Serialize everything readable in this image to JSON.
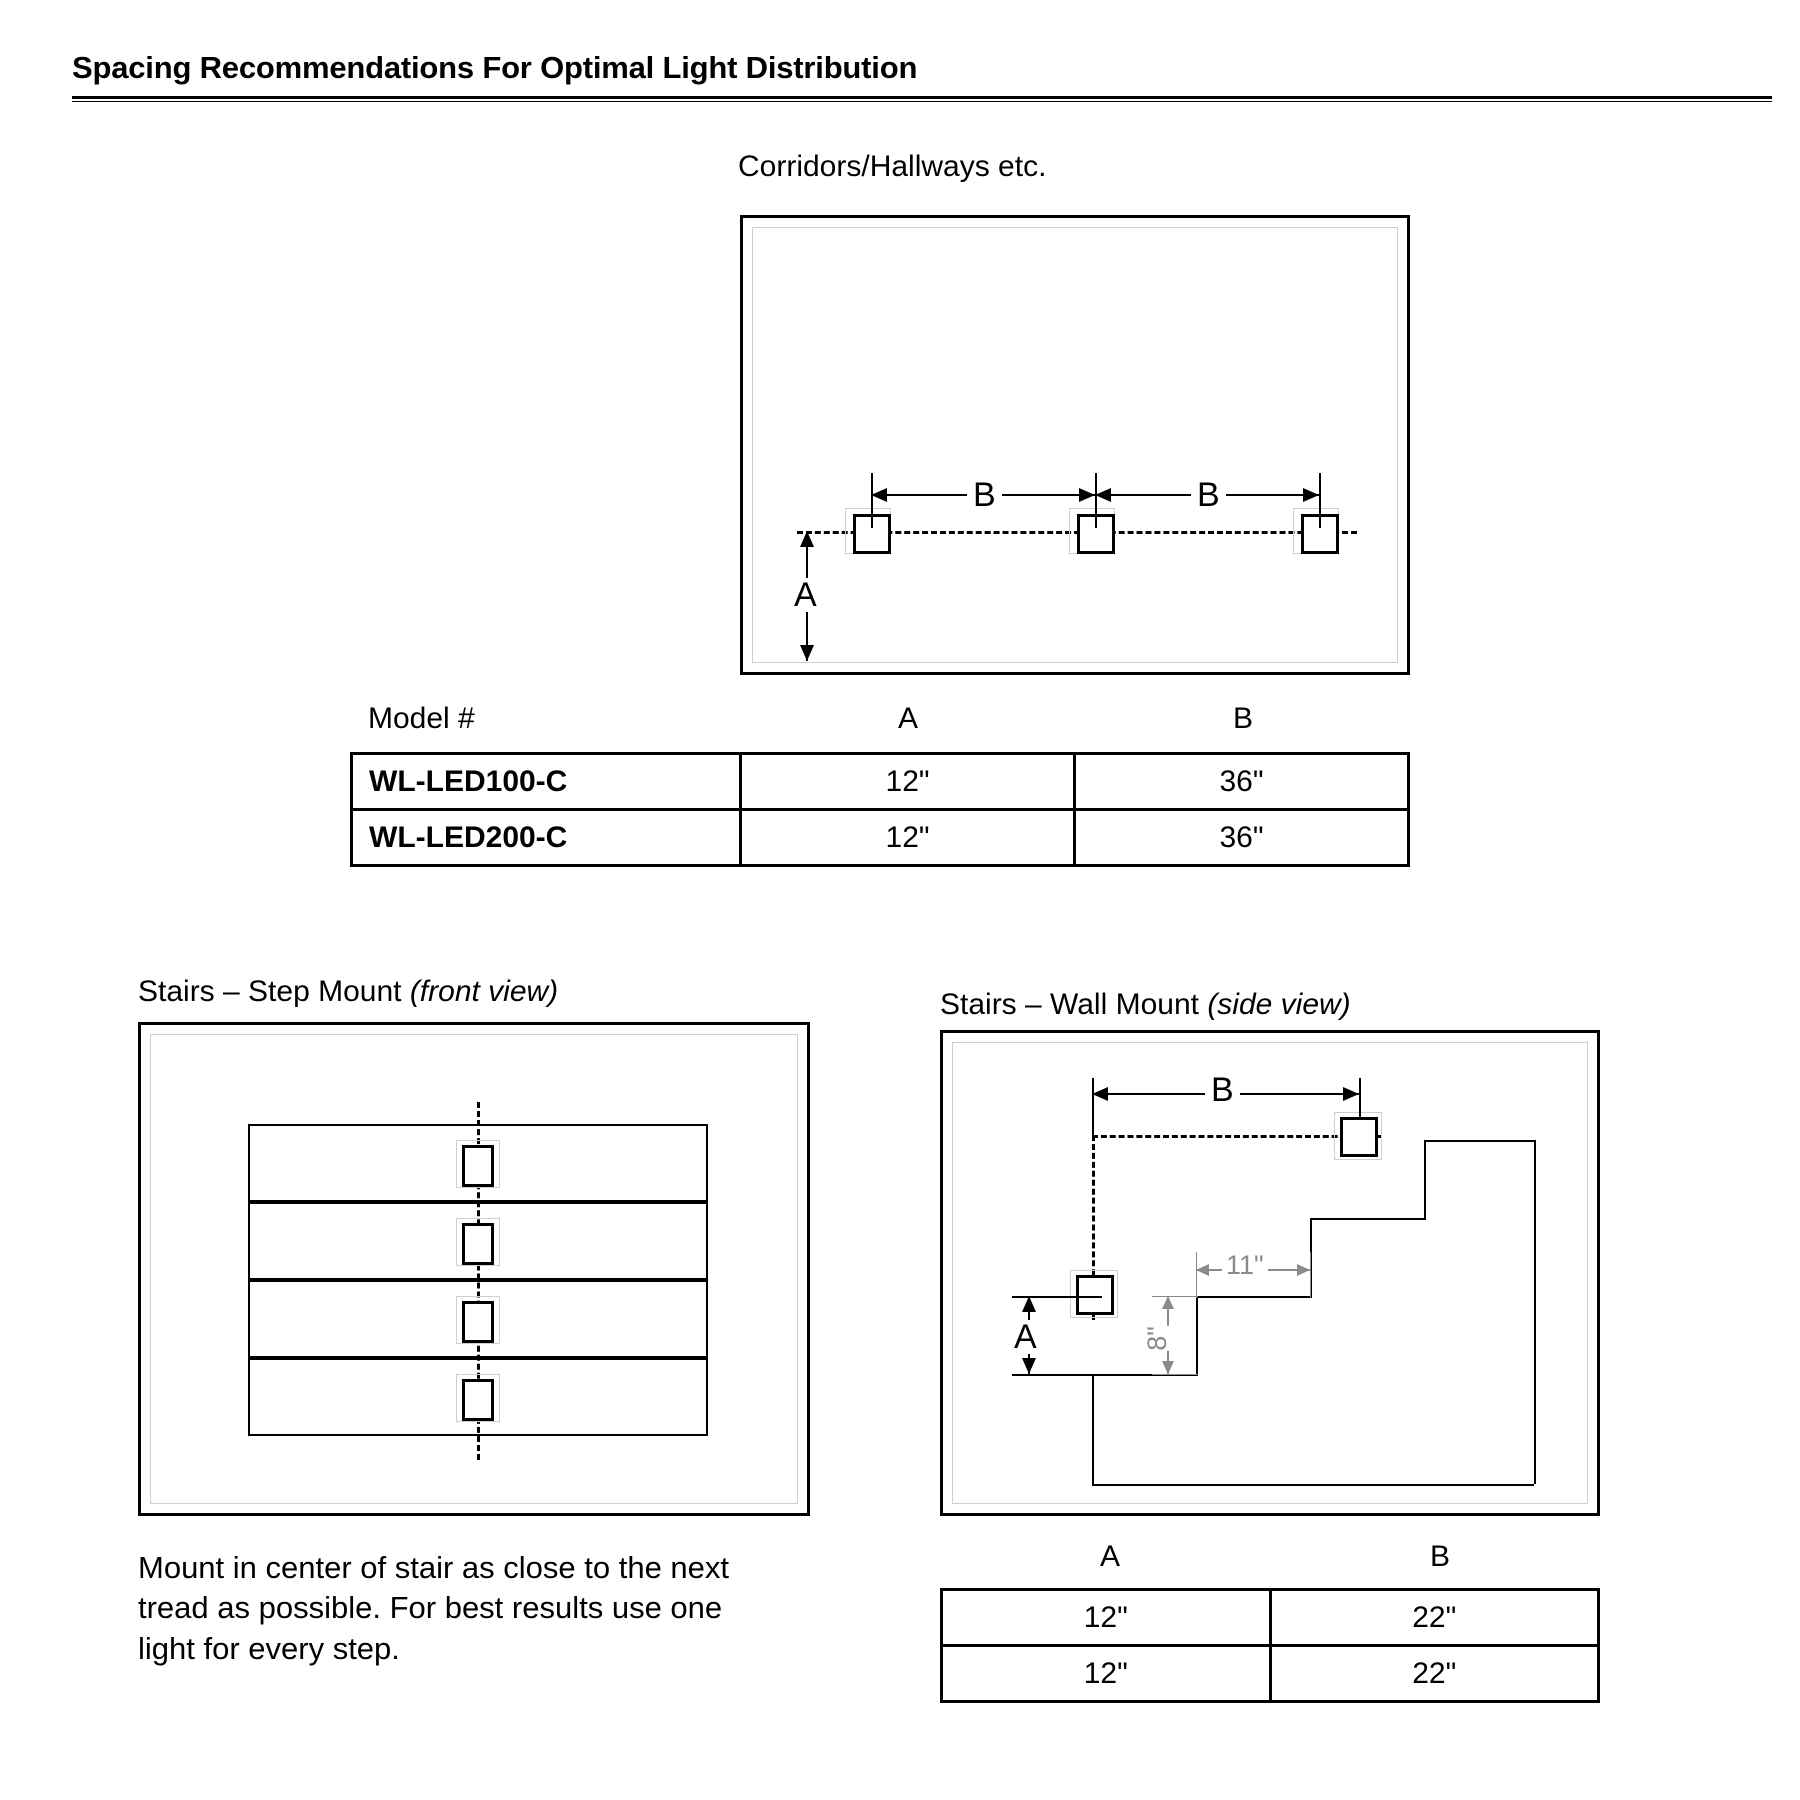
{
  "document": {
    "title": "Spacing Recommendations For Optimal Light Distribution"
  },
  "corridor_section": {
    "heading": "Corridors/Hallways etc.",
    "dimensions": {
      "a_label": "A",
      "b_label_1": "B",
      "b_label_2": "B"
    },
    "table": {
      "headers": [
        "Model #",
        "A",
        "B"
      ],
      "rows": [
        {
          "model": "WL-LED100-C",
          "a": "12\"",
          "b": "36\""
        },
        {
          "model": "WL-LED200-C",
          "a": "12\"",
          "b": "36\""
        }
      ]
    }
  },
  "step_mount_section": {
    "heading_main": "Stairs – Step Mount ",
    "heading_italic": "(front view)",
    "note": "Mount in center of stair as close to the next tread as possible. For best results use one light for every step."
  },
  "wall_mount_section": {
    "heading_main": "Stairs – Wall Mount ",
    "heading_italic": "(side view)",
    "dimensions": {
      "a_label": "A",
      "b_label": "B",
      "tread_label": "11\"",
      "riser_label": "8\""
    },
    "table": {
      "headers": [
        "A",
        "B"
      ],
      "rows": [
        {
          "a": "12\"",
          "b": "22\""
        },
        {
          "a": "12\"",
          "b": "22\""
        }
      ]
    }
  },
  "colors": {
    "line": "#000000",
    "gray_dim": "#8a8a8a",
    "ghost": "#cfcfcf",
    "background": "#ffffff"
  }
}
